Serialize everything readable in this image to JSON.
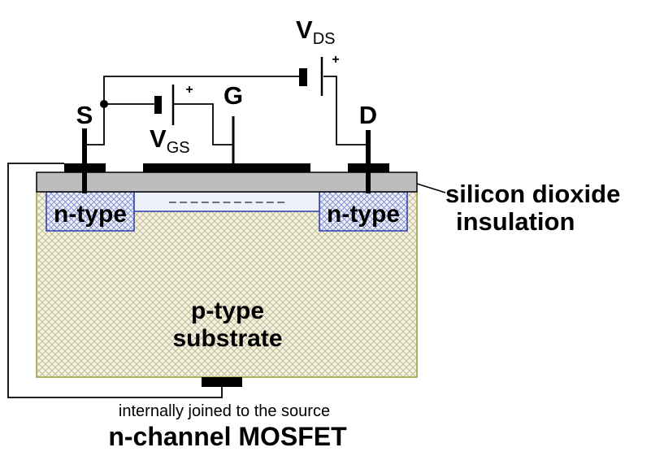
{
  "terminals": {
    "source": "S",
    "gate": "G",
    "drain": "D"
  },
  "sources": {
    "vgs": {
      "main": "V",
      "sub": "GS",
      "polarity": "+"
    },
    "vds": {
      "main": "V",
      "sub": "DS",
      "polarity": "+"
    }
  },
  "regions": {
    "n_left": "n-type",
    "n_right": "n-type",
    "channel_charge": "– – – – – – – – – – –",
    "substrate_line1": "p-type",
    "substrate_line2": "substrate"
  },
  "oxide_label": {
    "line1": "silicon dioxide",
    "line2": "insulation"
  },
  "body_note": "internally joined to the source",
  "title": "n-channel MOSFET",
  "colors": {
    "substrate_fill": "#f4f2e1",
    "substrate_hatch": "#b9b28c",
    "substrate_border": "#9b9a3c",
    "n_hatch": "#7a88c8",
    "n_border": "#2b3bb0",
    "oxide": "#bdbdbd",
    "metal": "#000000"
  }
}
